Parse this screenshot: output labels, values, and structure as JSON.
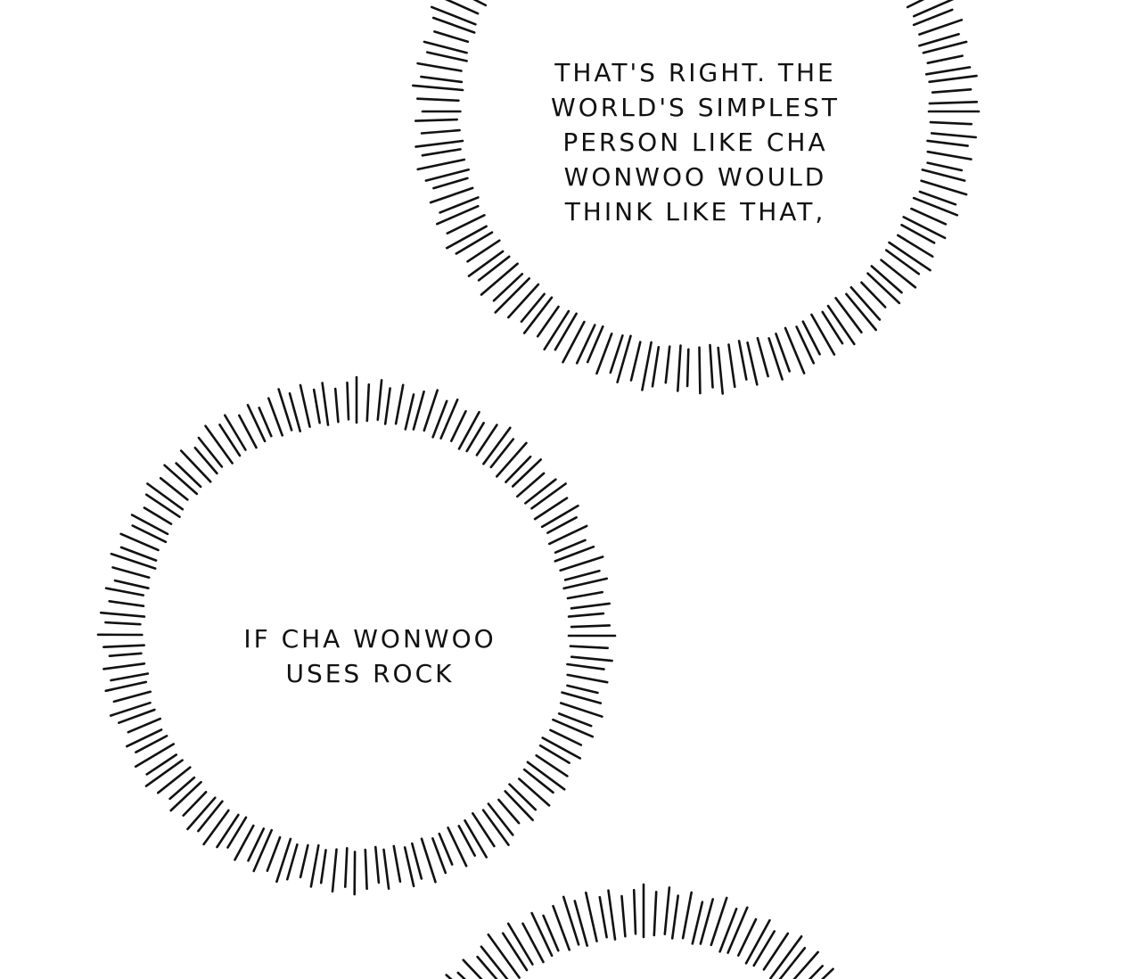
{
  "bubbles": [
    {
      "lines": [
        "THAT'S RIGHT. THE",
        "WORLD'S SIMPLEST",
        "PERSON LIKE CHA",
        "WONWOO WOULD",
        "THINK LIKE THAT,"
      ]
    },
    {
      "lines": [
        "IF CHA WONWOO",
        "USES ROCK"
      ]
    },
    {
      "lines": []
    }
  ],
  "colors": {
    "background": "#ffffff",
    "ink": "#111111"
  }
}
